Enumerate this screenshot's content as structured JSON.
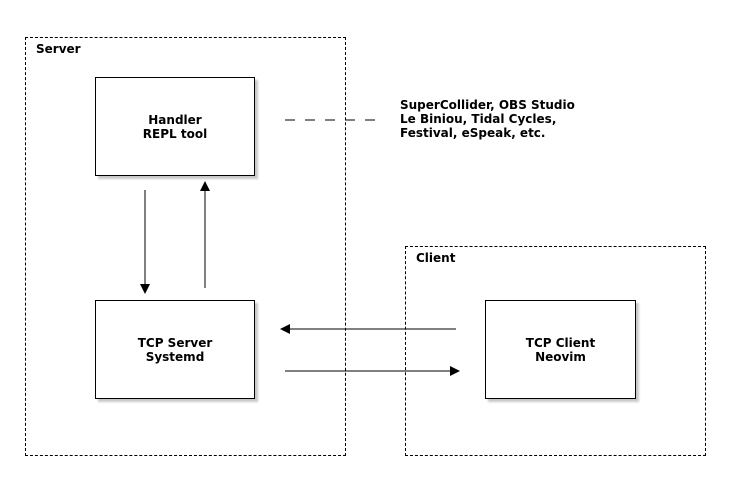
{
  "server": {
    "label": "Server",
    "handler": {
      "line1": "Handler",
      "line2": "REPL tool"
    },
    "tcp_server": {
      "line1": "TCP Server",
      "line2": "Systemd"
    }
  },
  "client": {
    "label": "Client",
    "tcp_client": {
      "line1": "TCP Client",
      "line2": "Neovim"
    }
  },
  "tools_note": {
    "line1": "SuperCollider, OBS Studio",
    "line2": "Le Biniou, Tidal Cycles,",
    "line3": "Festival, eSpeak, etc."
  }
}
